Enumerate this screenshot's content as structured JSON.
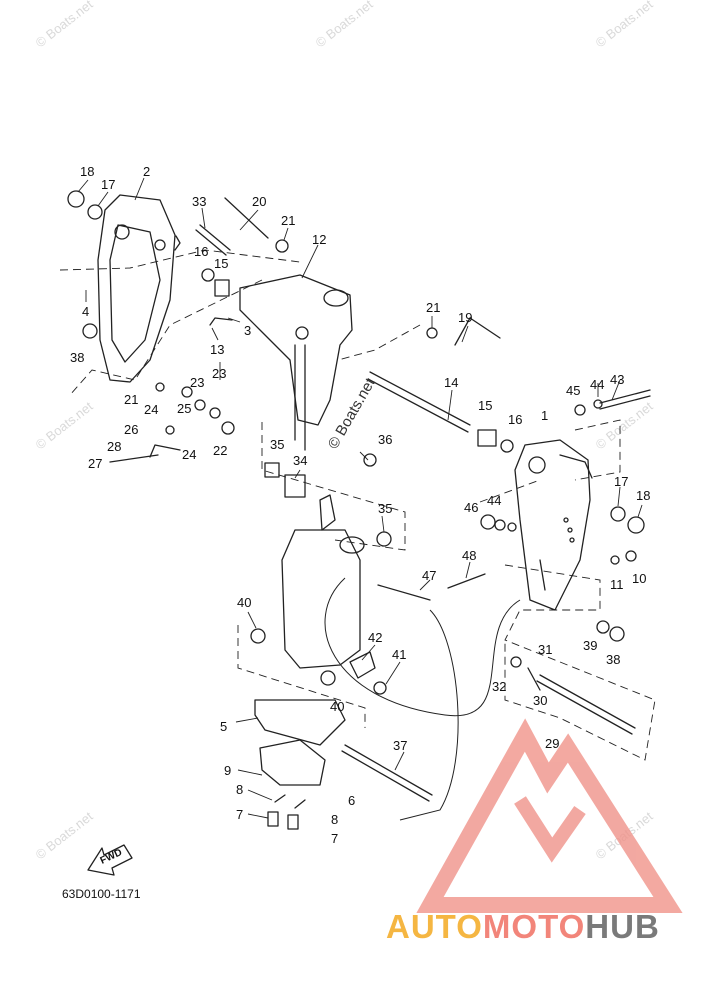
{
  "diagram": {
    "drawing_code": "63D0100-1171",
    "direction_label": "FWD",
    "watermark_text": "© Boats.net",
    "brand": {
      "part1": "AUTO",
      "part2": "MOTO",
      "part3": "HUB",
      "color_auto": "#f5b642",
      "color_moto": "#f2857a",
      "color_hub": "#7a7a7a",
      "logo_color": "#f0938a"
    },
    "callouts": [
      {
        "label": "18"
      },
      {
        "label": "2"
      },
      {
        "label": "17"
      },
      {
        "label": "33"
      },
      {
        "label": "20"
      },
      {
        "label": "21"
      },
      {
        "label": "16"
      },
      {
        "label": "15"
      },
      {
        "label": "12"
      },
      {
        "label": "4"
      },
      {
        "label": "3"
      },
      {
        "label": "13"
      },
      {
        "label": "38"
      },
      {
        "label": "21"
      },
      {
        "label": "19"
      },
      {
        "label": "23"
      },
      {
        "label": "23"
      },
      {
        "label": "21"
      },
      {
        "label": "24"
      },
      {
        "label": "25"
      },
      {
        "label": "14"
      },
      {
        "label": "45"
      },
      {
        "label": "44"
      },
      {
        "label": "43"
      },
      {
        "label": "26"
      },
      {
        "label": "15"
      },
      {
        "label": "16"
      },
      {
        "label": "1"
      },
      {
        "label": "28"
      },
      {
        "label": "24"
      },
      {
        "label": "22"
      },
      {
        "label": "36"
      },
      {
        "label": "35"
      },
      {
        "label": "27"
      },
      {
        "label": "34"
      },
      {
        "label": "17"
      },
      {
        "label": "18"
      },
      {
        "label": "46"
      },
      {
        "label": "44"
      },
      {
        "label": "35"
      },
      {
        "label": "48"
      },
      {
        "label": "10"
      },
      {
        "label": "11"
      },
      {
        "label": "47"
      },
      {
        "label": "40"
      },
      {
        "label": "39"
      },
      {
        "label": "38"
      },
      {
        "label": "31"
      },
      {
        "label": "42"
      },
      {
        "label": "41"
      },
      {
        "label": "32"
      },
      {
        "label": "30"
      },
      {
        "label": "40"
      },
      {
        "label": "5"
      },
      {
        "label": "37"
      },
      {
        "label": "29"
      },
      {
        "label": "9"
      },
      {
        "label": "6"
      },
      {
        "label": "8"
      },
      {
        "label": "8"
      },
      {
        "label": "7"
      },
      {
        "label": "7"
      }
    ]
  }
}
